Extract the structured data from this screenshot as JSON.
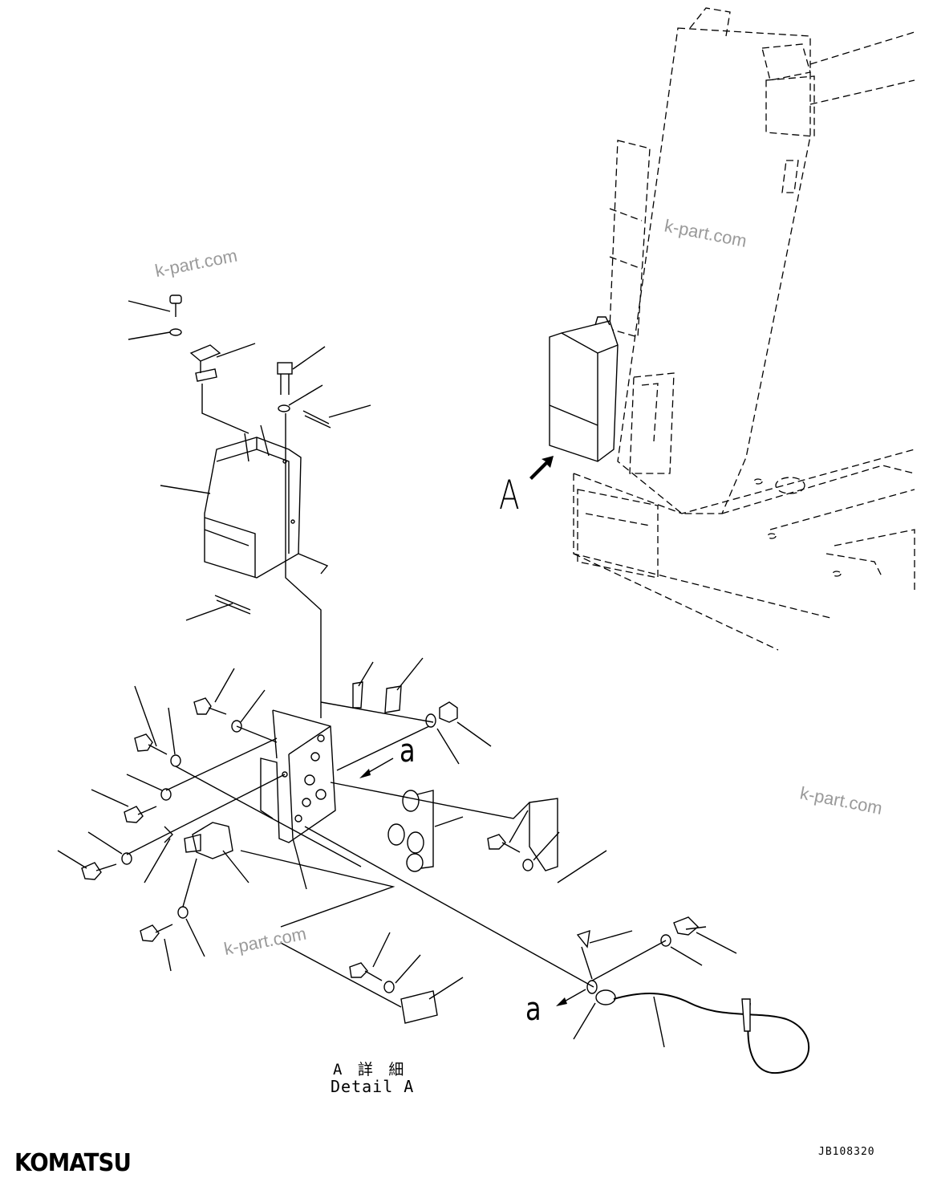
{
  "watermarks": [
    "k-part.com",
    "k-part.com",
    "k-part.com",
    "k-part.com"
  ],
  "view_arrow_label": "A",
  "callout_lower": "a",
  "detail_caption_jp": "A 詳 細",
  "detail_caption_en": "Detail A",
  "drawing_number": "JB108320",
  "brand_logo": "KOMATSU"
}
